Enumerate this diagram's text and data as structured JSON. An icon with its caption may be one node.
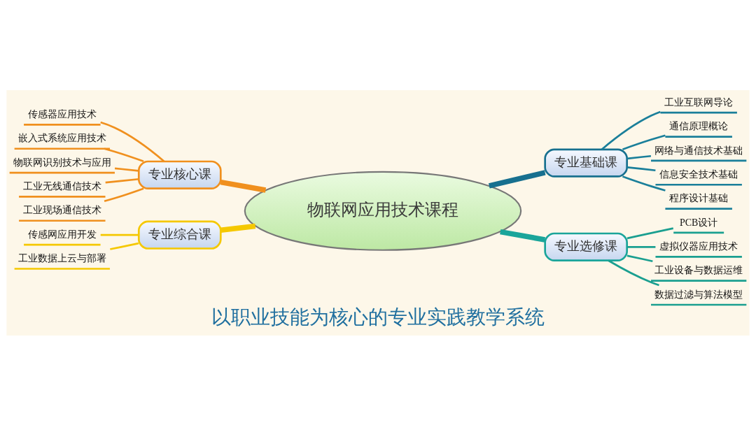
{
  "diagram": {
    "caption": "以职业技能为核心的专业实践教学系统",
    "nodes": [
      {
        "text": [
          "物联网应用技术课程"
        ]
      },
      {
        "text": [
          "专业核心课"
        ]
      },
      {
        "text": [
          "传感器应用技术"
        ]
      },
      {
        "text": [
          "嵌入式系统应用技术"
        ]
      },
      {
        "text": [
          "物联网识别技术与应用"
        ]
      },
      {
        "text": [
          "工业无线通信技术"
        ]
      },
      {
        "text": [
          "工业现场通信技术"
        ]
      },
      {
        "text": [
          "专业综合课"
        ]
      },
      {
        "text": [
          "传感网应用开发"
        ]
      },
      {
        "text": [
          "工业数据上云与部署"
        ]
      },
      {
        "text": [
          "专业基础课"
        ]
      },
      {
        "text": [
          "工业互联网导论"
        ]
      },
      {
        "text": [
          "通信原理概论"
        ]
      },
      {
        "text": [
          "网络与通信技术基础"
        ]
      },
      {
        "text": [
          "信息安全技术基础"
        ]
      },
      {
        "text": [
          "程序设计基础"
        ]
      },
      {
        "text": [
          "专业选修课"
        ]
      },
      {
        "text": [
          "PCB设计"
        ]
      },
      {
        "text": [
          "虚拟仪器应用技术"
        ]
      },
      {
        "text": [
          "工业设备与数据运维"
        ]
      },
      {
        "text": [
          "数据过滤与算法模型"
        ]
      }
    ],
    "edges": [
      {
        "from": 0,
        "to": 1,
        "arrow": "none",
        "style": "thick",
        "color": "#f0901e"
      },
      {
        "from": 1,
        "to": 2,
        "arrow": "none",
        "color": "#f0901e"
      },
      {
        "from": 1,
        "to": 3,
        "arrow": "none",
        "color": "#f0901e"
      },
      {
        "from": 1,
        "to": 4,
        "arrow": "none",
        "color": "#f0901e"
      },
      {
        "from": 1,
        "to": 5,
        "arrow": "none",
        "color": "#f0901e"
      },
      {
        "from": 1,
        "to": 6,
        "arrow": "none",
        "color": "#f0901e"
      },
      {
        "from": 0,
        "to": 7,
        "arrow": "none",
        "style": "thick",
        "color": "#f5c800"
      },
      {
        "from": 7,
        "to": 8,
        "arrow": "none",
        "color": "#f5c800"
      },
      {
        "from": 7,
        "to": 9,
        "arrow": "none",
        "color": "#f5c800"
      },
      {
        "from": 0,
        "to": 10,
        "arrow": "none",
        "style": "thick",
        "color": "#17708f"
      },
      {
        "from": 10,
        "to": 11,
        "arrow": "none",
        "color": "#1a7f9a"
      },
      {
        "from": 10,
        "to": 12,
        "arrow": "none",
        "color": "#1a7f9a"
      },
      {
        "from": 10,
        "to": 13,
        "arrow": "none",
        "color": "#1a7f9a"
      },
      {
        "from": 10,
        "to": 14,
        "arrow": "none",
        "color": "#1a7f9a"
      },
      {
        "from": 10,
        "to": 15,
        "arrow": "none",
        "color": "#1a7f9a"
      },
      {
        "from": 0,
        "to": 16,
        "arrow": "none",
        "style": "thick",
        "color": "#1aa59a"
      },
      {
        "from": 16,
        "to": 17,
        "arrow": "none",
        "color": "#1a9f90"
      },
      {
        "from": 16,
        "to": 18,
        "arrow": "none",
        "color": "#1a9f90"
      },
      {
        "from": 16,
        "to": 19,
        "arrow": "none",
        "color": "#1a9f90"
      },
      {
        "from": 16,
        "to": 20,
        "arrow": "none",
        "color": "#1a9f90"
      }
    ]
  }
}
